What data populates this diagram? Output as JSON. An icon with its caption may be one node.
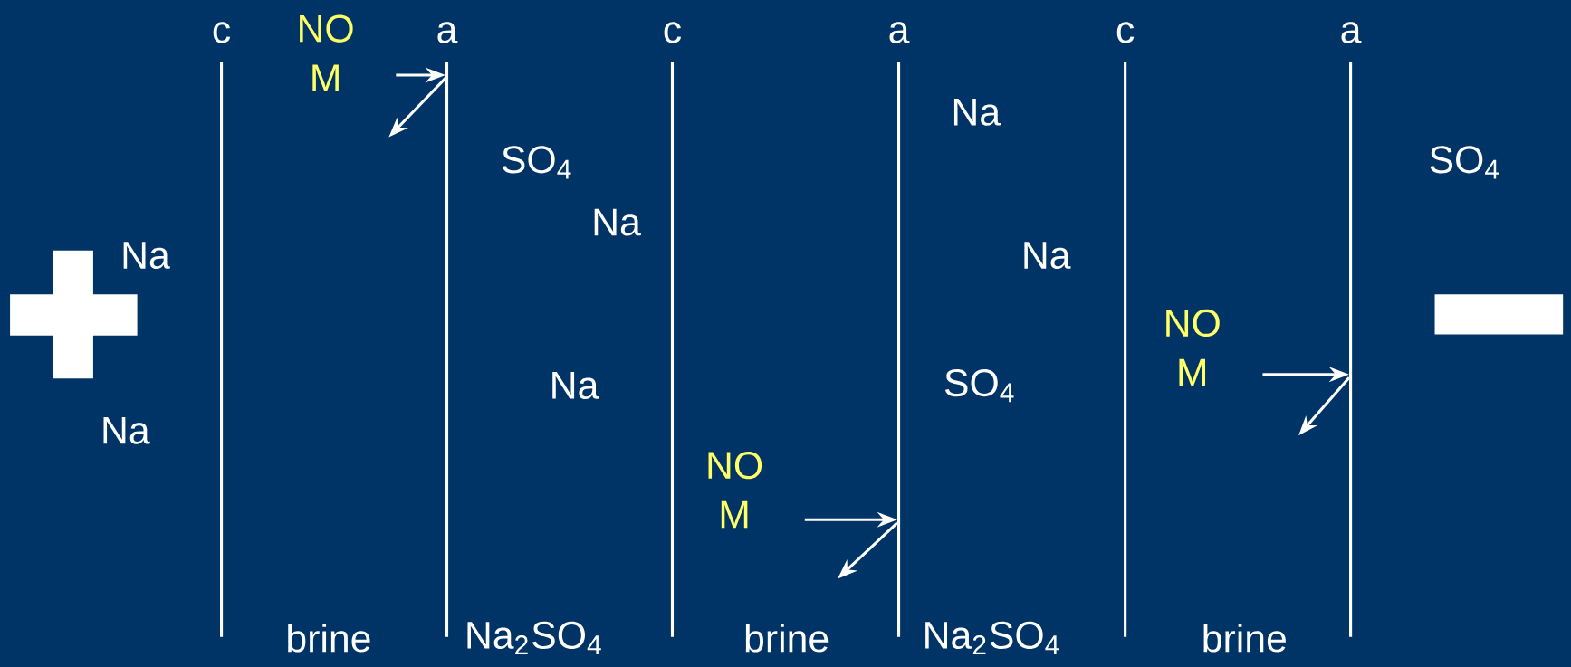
{
  "diagram": {
    "nodes": [
      {
        "text": [
          "c"
        ]
      },
      {
        "text": [
          "NO M"
        ]
      },
      {
        "text": [
          "a"
        ]
      },
      {
        "text": [
          "c"
        ]
      },
      {
        "text": [
          "a"
        ]
      },
      {
        "text": [
          "NO M"
        ]
      },
      {
        "text": [
          "c"
        ]
      },
      {
        "text": [
          "NO M"
        ]
      },
      {
        "text": [
          "a"
        ]
      }
    ],
    "edges": [
      {
        "from": 1,
        "to": 2,
        "arrow": "to"
      },
      {
        "from": 2,
        "to": null,
        "arrow": "to"
      },
      {
        "from": 5,
        "to": 4,
        "arrow": "to"
      },
      {
        "from": 4,
        "to": null,
        "arrow": "to"
      },
      {
        "from": 7,
        "to": 8,
        "arrow": "to"
      },
      {
        "from": 8,
        "to": null,
        "arrow": "to"
      }
    ],
    "labels": [
      "Na",
      "SO$_{4}$",
      "SO$_{4}$",
      "Na",
      "Na",
      "Na",
      "Na",
      "SO$_{4}$",
      "Na",
      "brine",
      "Na$_{2}$SO$_{4}$",
      "brine",
      "Na$_{2}$SO$_{4}$",
      "brine"
    ]
  }
}
